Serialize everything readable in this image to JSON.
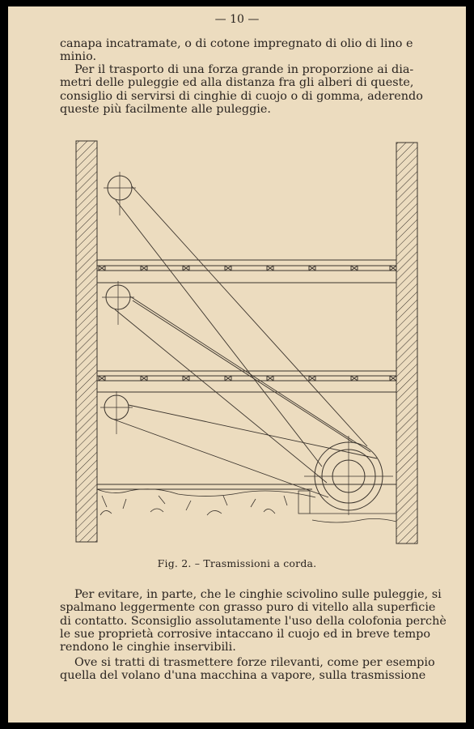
{
  "page_number": "— 10 —",
  "para1": [
    "canapa incatramate, o di cotone impregnato di olio di lino e",
    "minio."
  ],
  "para2": [
    "Per il trasporto di una forza grande in proporzione ai dia-",
    "metri delle puleggie ed alla distanza fra gli alberi di queste,",
    "consiglio di servirsi di cinghie di cuojo o di gomma, aderendo",
    "queste più facilmente alle puleggie."
  ],
  "figure_caption": "Fig. 2. – Trasmissioni a corda.",
  "para3": [
    "Per evitare, in parte, che le cinghie scivolino sulle puleggie, si",
    "spalmano leggermente con grasso puro di vitello alla superficie",
    "di contatto. Sconsiglio assolutamente l'uso della colofonia perchè",
    "le sue proprietà corrosive intaccano il cuojo ed in breve tempo",
    "rendono le cinghie inservibili."
  ],
  "para4": [
    "Ove si tratti di trasmettere forze rilevanti, come per esempio",
    "quella del volano d'una macchina a vapore, sulla trasmissione"
  ]
}
